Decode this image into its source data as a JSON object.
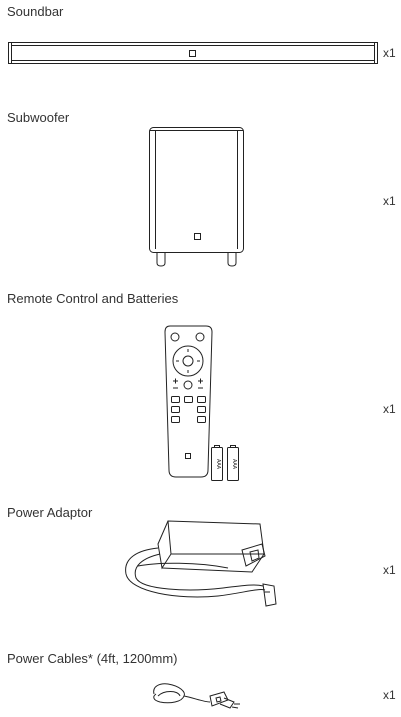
{
  "items": [
    {
      "name": "Soundbar",
      "qty": "x1"
    },
    {
      "name": "Subwoofer",
      "qty": "x1"
    },
    {
      "name": "Remote Control and Batteries",
      "qty": "x1"
    },
    {
      "name": "Power Adaptor",
      "qty": "x1"
    },
    {
      "name": "Power Cables* (4ft, 1200mm)",
      "qty": "x1"
    }
  ],
  "battery_text": "AAA",
  "icons": {
    "soundbar": "soundbar-icon",
    "subwoofer": "subwoofer-icon",
    "remote": "remote-control-icon",
    "batteries": "battery-icon",
    "adaptor": "power-adaptor-icon",
    "cable": "power-cable-icon"
  }
}
